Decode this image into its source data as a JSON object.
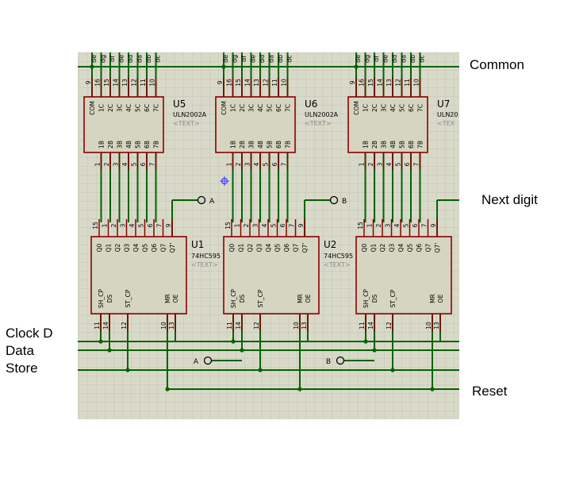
{
  "labels": {
    "common": "Common",
    "next_digit": "Next digit",
    "clock": "Clock D",
    "data": "Data",
    "store": "Store",
    "reset": "Reset"
  },
  "uln_chips": [
    {
      "ref": "U5",
      "part": "ULN2002A",
      "text": "<TEXT>"
    },
    {
      "ref": "U6",
      "part": "ULN2002A",
      "text": "<TEXT>"
    },
    {
      "ref": "U7",
      "part": "ULN20",
      "text": "<TEX"
    }
  ],
  "sr_chips": [
    {
      "ref": "U1",
      "part": "74HC595",
      "text": "<TEXT>"
    },
    {
      "ref": "U2",
      "part": "74HC595",
      "text": "<TEXT>"
    },
    {
      "ref": "",
      "part": "",
      "text": ""
    }
  ],
  "uln_pins": {
    "top_numbers": [
      "9",
      "16",
      "15",
      "14",
      "13",
      "12",
      "11",
      "10"
    ],
    "top_labels": [
      "COM",
      "1C",
      "2C",
      "3C",
      "4C",
      "5C",
      "6C",
      "7C"
    ],
    "bottom_labels": [
      "1B",
      "2B",
      "3B",
      "4B",
      "5B",
      "6B",
      "7B"
    ],
    "bottom_numbers": [
      "1",
      "2",
      "3",
      "4",
      "5",
      "6",
      "7"
    ]
  },
  "sr_pins": {
    "top_numbers": [
      "15",
      "1",
      "2",
      "3",
      "4",
      "5",
      "6",
      "7",
      "9"
    ],
    "top_labels": [
      "Q0",
      "Q1",
      "Q2",
      "Q3",
      "Q4",
      "Q5",
      "Q6",
      "Q7",
      "Q7'"
    ],
    "bottom_labels": [
      "SH_CP",
      "DS",
      "ST_CP",
      "MR",
      "OE"
    ],
    "bottom_numbers": [
      "11",
      "14",
      "12",
      "10",
      "13"
    ]
  },
  "net_names": {
    "segment_wires": [
      "de",
      "dg",
      "df",
      "de",
      "dd",
      "da",
      "db",
      "dc"
    ],
    "terminal_a": "A",
    "terminal_b": "B"
  },
  "colors": {
    "grid_bg": "#d9d9c9",
    "grid_line": "#c4c4b2",
    "wire": "#006400",
    "chip_body": "#d5d5c1",
    "chip_border": "#8b0000",
    "pin_line": "#8b0000",
    "text_grey": "#8c8c8c"
  }
}
